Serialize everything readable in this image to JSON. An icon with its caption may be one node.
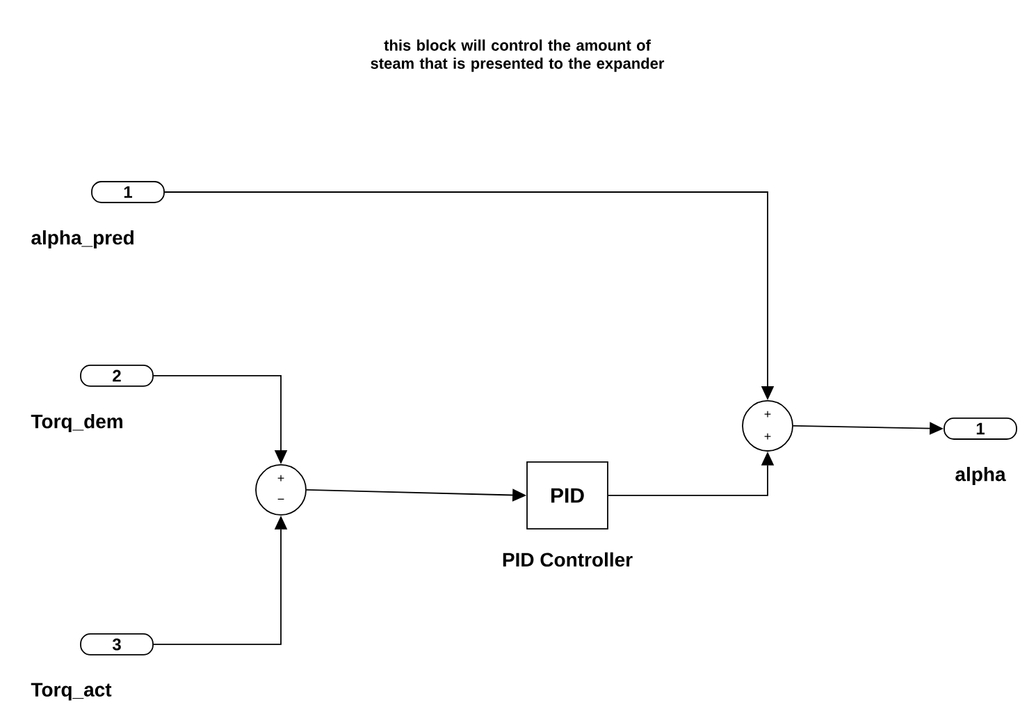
{
  "diagram": {
    "title": "this block will control the amount of steam that is presented to the expander",
    "nodes": [
      {
        "text": [
          "1"
        ],
        "beside": [
          "alpha_pred"
        ]
      },
      {
        "text": [
          "2"
        ],
        "beside": [
          "Torq_dem"
        ]
      },
      {
        "text": [
          "3"
        ],
        "beside": [
          "Torq_act"
        ]
      },
      {
        "text": [
          "+",
          "−"
        ]
      },
      {
        "text": [
          "PID"
        ],
        "beside": [
          "PID Controller"
        ]
      },
      {
        "text": [
          "+",
          "+"
        ]
      },
      {
        "text": [
          "1"
        ],
        "beside": [
          "alpha"
        ]
      }
    ],
    "edges": [
      {
        "from": 0,
        "to": 5,
        "arrow": "to"
      },
      {
        "from": 1,
        "to": 3,
        "arrow": "to"
      },
      {
        "from": 2,
        "to": 3,
        "arrow": "to"
      },
      {
        "from": 3,
        "to": 4,
        "arrow": "to"
      },
      {
        "from": 4,
        "to": 5,
        "arrow": "to"
      },
      {
        "from": 5,
        "to": 6,
        "arrow": "to"
      }
    ]
  }
}
